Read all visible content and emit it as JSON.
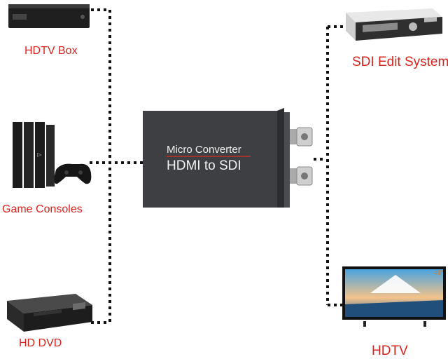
{
  "sources": {
    "hdtv_box": "HDTV Box",
    "game_consoles": "Game Consoles",
    "hd_dvd": "HD DVD"
  },
  "destinations": {
    "sdi_edit_system": "SDI Edit System",
    "hdtv": "HDTV"
  },
  "converter": {
    "line1": "Micro Converter",
    "line2": "HDMI to SDI"
  },
  "tv_badge": "49\"",
  "colors": {
    "label": "#d8231d",
    "device_dark": "#2b2b2b",
    "converter_body": "#3d3f42"
  }
}
